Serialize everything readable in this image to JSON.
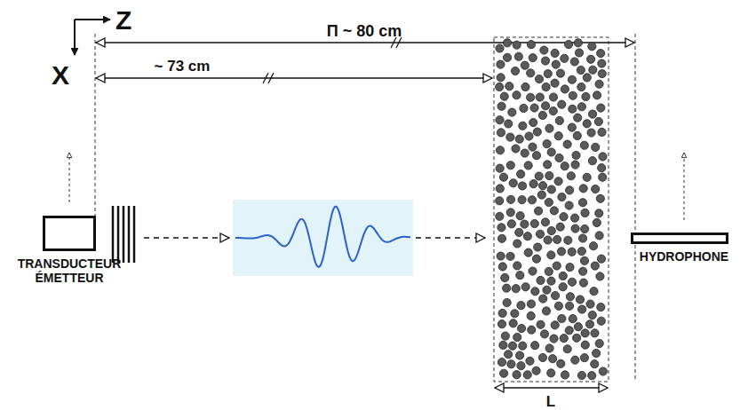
{
  "diagram": {
    "nodes": [
      {
        "text": [
          "TRANSDUCTEUR ÉMETTEUR"
        ]
      },
      {
        "text": [
          "HYDROPHONE"
        ]
      }
    ],
    "labels": [
      "Z",
      "X",
      "Π ~ 80 cm",
      "~ 73 cm",
      "L"
    ]
  }
}
